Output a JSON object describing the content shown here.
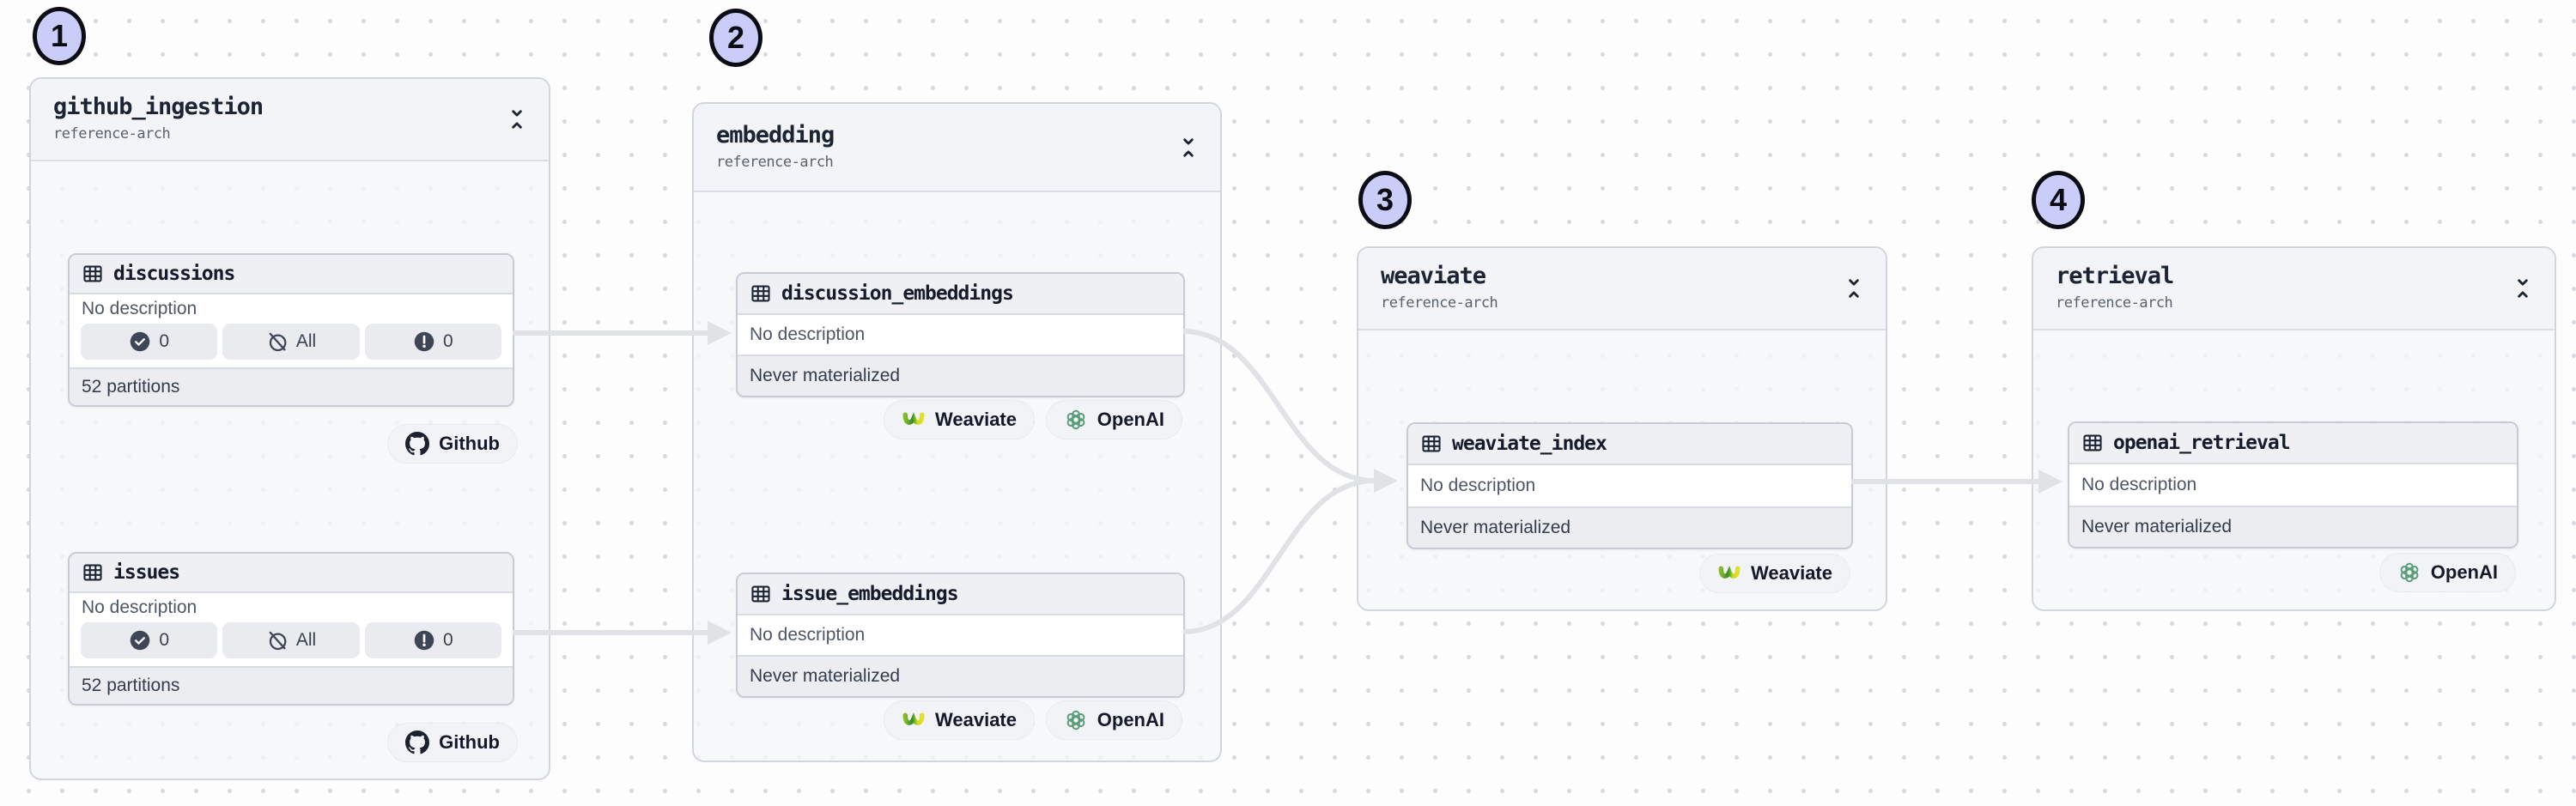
{
  "app": "asset-lineage-graph",
  "colors": {
    "canvas_bg": "#fdfdfe",
    "dot_grid": "#d7d9df",
    "annotation_fill": "#c9cdf8",
    "annotation_border": "#0c0c14",
    "group_bg": "#f4f5f8",
    "group_border": "#d2d6dc",
    "asset_header_bg": "#eef0f4",
    "asset_footer_bg": "#ebedf1",
    "pill_bg": "#e9ebef",
    "dark_icon": "#3d4557",
    "edge": "#e1e2e6",
    "openai_green": "#5a9d79",
    "weaviate_green": "#2f8f23",
    "weaviate_yellow": "#e8e01f",
    "github_dark": "#1b212e"
  },
  "annotations": [
    {
      "label": "1"
    },
    {
      "label": "2"
    },
    {
      "label": "3"
    },
    {
      "label": "4"
    }
  ],
  "icons": {
    "asset_type": "table-icon",
    "group_collapse": "collapse-chevrons-icon",
    "check": "check-circle-icon",
    "partition_all": "slash-circle-icon",
    "alert": "alert-circle-icon",
    "github": "github-icon",
    "weaviate": "weaviate-icon",
    "openai": "openai-icon"
  },
  "groups": [
    {
      "title": "github_ingestion",
      "subtitle": "reference-arch",
      "assets": [
        {
          "name": "discussions",
          "description": "No description",
          "checks": [
            {
              "icon": "check-circle-icon",
              "label": "0"
            },
            {
              "icon": "slash-circle-icon",
              "label": "All"
            },
            {
              "icon": "alert-circle-icon",
              "label": "0"
            }
          ],
          "footer": "52 partitions",
          "tags": [
            {
              "icon": "github-icon",
              "label": "Github"
            }
          ]
        },
        {
          "name": "issues",
          "description": "No description",
          "checks": [
            {
              "icon": "check-circle-icon",
              "label": "0"
            },
            {
              "icon": "slash-circle-icon",
              "label": "All"
            },
            {
              "icon": "alert-circle-icon",
              "label": "0"
            }
          ],
          "footer": "52 partitions",
          "tags": [
            {
              "icon": "github-icon",
              "label": "Github"
            }
          ]
        }
      ]
    },
    {
      "title": "embedding",
      "subtitle": "reference-arch",
      "assets": [
        {
          "name": "discussion_embeddings",
          "description": "No description",
          "footer": "Never materialized",
          "tags": [
            {
              "icon": "weaviate-icon",
              "label": "Weaviate"
            },
            {
              "icon": "openai-icon",
              "label": "OpenAI"
            }
          ]
        },
        {
          "name": "issue_embeddings",
          "description": "No description",
          "footer": "Never materialized",
          "tags": [
            {
              "icon": "weaviate-icon",
              "label": "Weaviate"
            },
            {
              "icon": "openai-icon",
              "label": "OpenAI"
            }
          ]
        }
      ]
    },
    {
      "title": "weaviate",
      "subtitle": "reference-arch",
      "assets": [
        {
          "name": "weaviate_index",
          "description": "No description",
          "footer": "Never materialized",
          "tags": [
            {
              "icon": "weaviate-icon",
              "label": "Weaviate"
            }
          ]
        }
      ]
    },
    {
      "title": "retrieval",
      "subtitle": "reference-arch",
      "assets": [
        {
          "name": "openai_retrieval",
          "description": "No description",
          "footer": "Never materialized",
          "tags": [
            {
              "icon": "openai-icon",
              "label": "OpenAI"
            }
          ]
        }
      ]
    }
  ],
  "edges": [
    {
      "from": "discussions",
      "to": "discussion_embeddings"
    },
    {
      "from": "issues",
      "to": "issue_embeddings"
    },
    {
      "from": "discussion_embeddings",
      "to": "weaviate_index"
    },
    {
      "from": "issue_embeddings",
      "to": "weaviate_index"
    },
    {
      "from": "weaviate_index",
      "to": "openai_retrieval"
    }
  ]
}
